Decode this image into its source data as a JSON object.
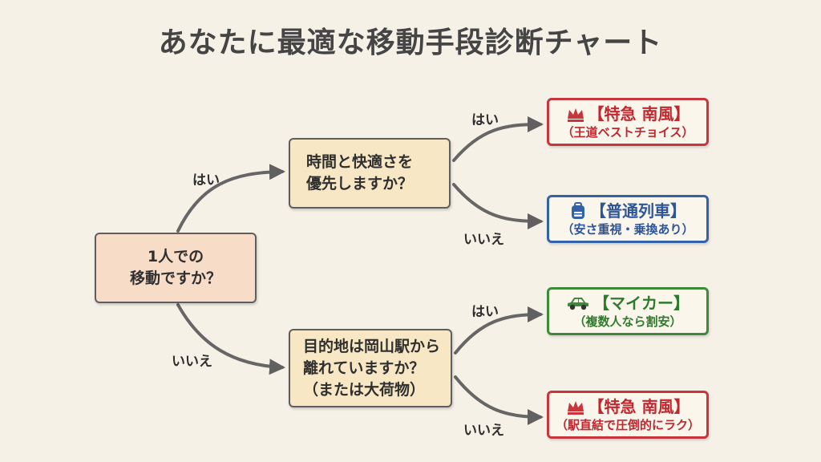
{
  "title": "あなたに最適な移動手段診断チャート",
  "start": {
    "line1": "1人での",
    "line2": "移動ですか？"
  },
  "q1": {
    "line1": "時間と快適さを",
    "line2": "優先しますか？"
  },
  "q2": {
    "line1": "目的地は岡山駅から",
    "line2": "離れていますか？",
    "line3": "（または大荷物）"
  },
  "edges": {
    "start_yes": "はい",
    "start_no": "いいえ",
    "q1_yes": "はい",
    "q1_no": "いいえ",
    "q2_yes": "はい",
    "q2_no": "いいえ"
  },
  "results": [
    {
      "title": "【特急 南風】",
      "subtitle": "（王道ベストチョイス）",
      "icon": "crown-icon",
      "color": "#c8353a"
    },
    {
      "title": "【普通列車】",
      "subtitle": "（安さ重視・乗換あり）",
      "icon": "backpack-icon",
      "color": "#3462a6"
    },
    {
      "title": "【マイカー】",
      "subtitle": "（複数人なら割安）",
      "icon": "car-icon",
      "color": "#3f8a3a"
    },
    {
      "title": "【特急 南風】",
      "subtitle": "（駅直結で圧倒的にラク）",
      "icon": "crown-icon",
      "color": "#c8353a"
    }
  ]
}
